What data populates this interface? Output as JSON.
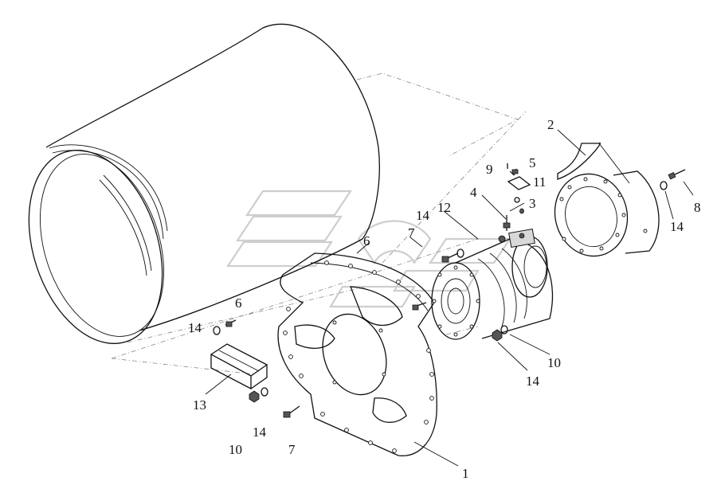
{
  "labels": {
    "l1": "1",
    "l2": "2",
    "l3": "3",
    "l4": "4",
    "l5": "5",
    "l6a": "6",
    "l6b": "6",
    "l7a": "7",
    "l7b": "7",
    "l8": "8",
    "l9": "9",
    "l10a": "10",
    "l10b": "10",
    "l11": "11",
    "l12": "12",
    "l13": "13",
    "l14a": "14",
    "l14b": "14",
    "l14c": "14",
    "l14d": "14",
    "l14e": "14"
  }
}
